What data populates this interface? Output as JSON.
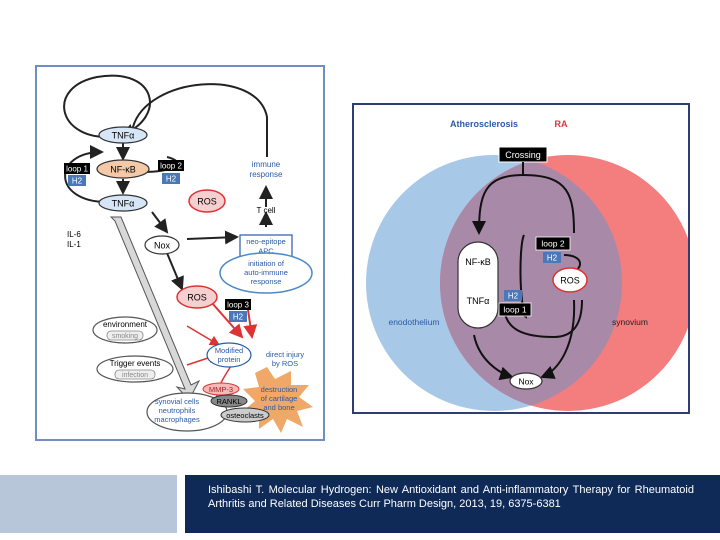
{
  "left_diagram": {
    "tnf_top": "TNFα",
    "nfkb": "NF-κB",
    "tnf_mid": "TNFα",
    "loop1": "loop 1",
    "loop1_h2": "H2",
    "loop2": "loop 2",
    "loop2_h2": "H2",
    "ros_upper": "ROS",
    "immune_response": [
      "immune",
      "response"
    ],
    "t_cell": "T cell",
    "il6": "IL-6",
    "il1": "IL-1",
    "nox": "Nox",
    "neo_epitope": [
      "neo-epitope",
      "APC"
    ],
    "auto_immune": [
      "initiation of",
      "auto-immune",
      "response"
    ],
    "ros_lower": "ROS",
    "loop3": "loop 3",
    "loop3_h2": "H2",
    "environment": "environment",
    "smoking": "smoking",
    "trigger_events": "Trigger events",
    "infection": "infection",
    "modified_protein": [
      "Modified",
      "protein"
    ],
    "direct_injury": [
      "direct injury",
      "by ROS"
    ],
    "destruction": [
      "destruction",
      "of cartilage",
      "and bone"
    ],
    "mmp3": "MMP-3",
    "rankl": "RANKL",
    "osteoclasts": "osteoclasts",
    "synovial": [
      "synovial cells",
      "neutrophils",
      "macrophages"
    ]
  },
  "right_diagram": {
    "atherosclerosis": "Atherosclerosis",
    "ra": "RA",
    "crossing": "Crossing",
    "nfkb": "NF-κB",
    "tnf": "TNFα",
    "loop2": "loop 2",
    "loop2_h2": "H2",
    "ros": "ROS",
    "loop1_h2": "H2",
    "loop1": "loop 1",
    "endothelium": "enodothelium",
    "synovium": "synovium",
    "nox": "Nox"
  },
  "colors": {
    "panel_border_left": "#6f8fc4",
    "panel_border_right": "#2e3d73",
    "atherosclerosis_blue": "#a8c8e8",
    "ra_red": "#f47d7d",
    "overlap_purple": "#a88aa8",
    "footer_dark": "#0f2a57",
    "footer_light": "#b7c6d9"
  },
  "footer": {
    "citation": "Ishibashi T. Molecular Hydrogen: New Antioxidant and Anti-inflammatory Therapy for Rheumatoid Arthritis and Related Diseases Curr Pharm Design, 2013, 19, 6375-6381"
  }
}
